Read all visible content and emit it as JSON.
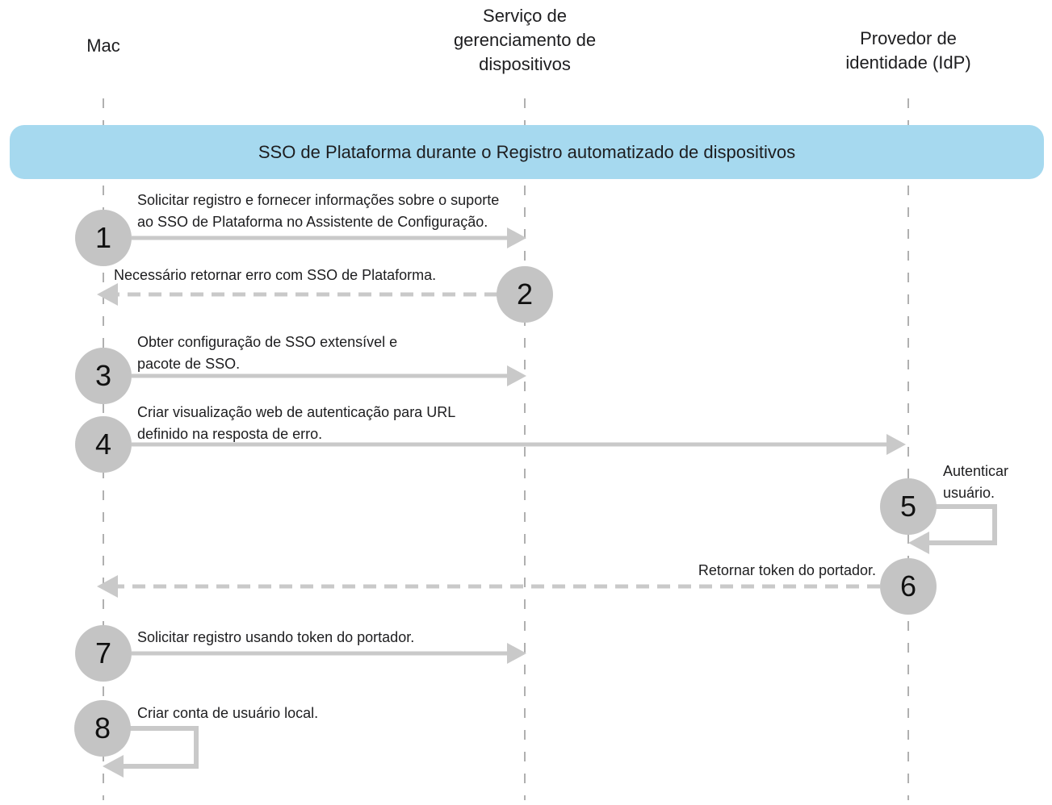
{
  "colors": {
    "banner_bg": "#a6d9ef",
    "circle_bg": "#c4c4c4",
    "arrow_gray": "#c9c9c9",
    "lifeline_gray": "#b0b0b0",
    "text": "#1d1d1f"
  },
  "actors": [
    {
      "id": "mac",
      "lines": [
        "Mac"
      ]
    },
    {
      "id": "mdm",
      "lines": [
        "Serviço de",
        "gerenciamento de",
        "dispositivos"
      ]
    },
    {
      "id": "idp",
      "lines": [
        "Provedor de",
        "identidade (IdP)"
      ]
    }
  ],
  "banner": {
    "title": "SSO de Plataforma durante o Registro automatizado de dispositivos"
  },
  "steps": [
    {
      "num": "1",
      "lines": [
        "Solicitar registro e fornecer informações sobre o suporte",
        "ao SSO de Plataforma no Assistente de Configuração."
      ],
      "from": "mac",
      "to": "mdm",
      "style": "solid"
    },
    {
      "num": "2",
      "lines": [
        "Necessário retornar erro com SSO de Plataforma."
      ],
      "from": "mdm",
      "to": "mac",
      "style": "dashed"
    },
    {
      "num": "3",
      "lines": [
        "Obter configuração de SSO extensível e",
        "pacote de SSO."
      ],
      "from": "mac",
      "to": "mdm",
      "style": "solid"
    },
    {
      "num": "4",
      "lines": [
        "Criar visualização web de autenticação para URL",
        "definido na resposta de erro."
      ],
      "from": "mac",
      "to": "idp",
      "style": "solid"
    },
    {
      "num": "5",
      "lines": [
        "Autenticar",
        "usuário."
      ],
      "from": "idp",
      "to": "idp",
      "style": "self-loop"
    },
    {
      "num": "6",
      "lines": [
        "Retornar token do portador."
      ],
      "from": "idp",
      "to": "mac",
      "style": "dashed"
    },
    {
      "num": "7",
      "lines": [
        "Solicitar registro usando token do portador."
      ],
      "from": "mac",
      "to": "mdm",
      "style": "solid"
    },
    {
      "num": "8",
      "lines": [
        "Criar conta de usuário local."
      ],
      "from": "mac",
      "to": "mac",
      "style": "self-loop"
    }
  ]
}
